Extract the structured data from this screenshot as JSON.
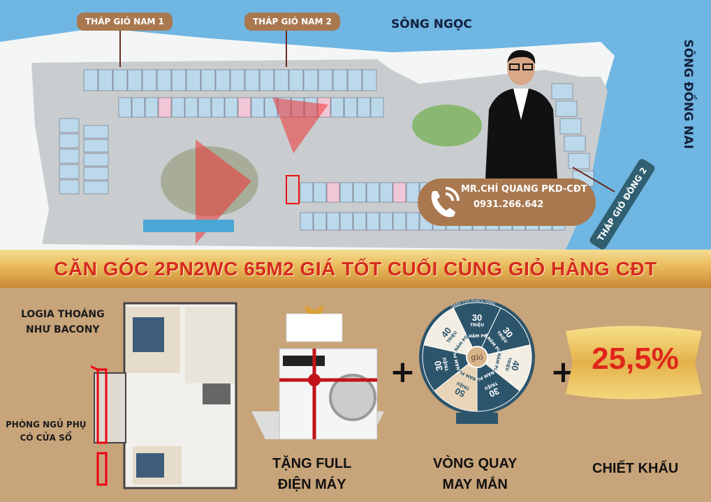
{
  "map": {
    "tower_south_1": "THÁP GIÓ NAM 1",
    "tower_south_2": "THÁP GIÓ NAM 2",
    "river_north": "SÔNG NGỌC",
    "river_east": "SÔNG ĐỒNG NAI",
    "tower_east_2": "THÁP GIÓ ĐÔNG 2"
  },
  "contact": {
    "name": "MR.CHÍ QUANG PKD-CĐT",
    "phone": "0931.266.642",
    "icon": "phone-icon"
  },
  "banner": {
    "headline": "CĂN GÓC 2PN2WC 65M2 GIÁ TỐT CUỐI CÙNG GIỎ HÀNG CĐT"
  },
  "floorplan": {
    "label_logia": [
      "LOGIA THOÁNG",
      "NHƯ BACONY"
    ],
    "label_room": [
      "PHÒNG NGỦ PHỤ",
      "CÓ CỬA SỔ"
    ]
  },
  "offers": {
    "gift_caption": [
      "TẶNG FULL",
      "ĐIỆN MÁY"
    ],
    "wheel_caption": [
      "VÒNG QUAY",
      "MAY MẮN"
    ],
    "discount_caption": "CHIẾT KHẤU",
    "discount_value": "25,5%",
    "plus": "+",
    "wheel": {
      "rim_text": "DÀNH CHO KHÁCH HÀNG",
      "center": "gió",
      "slices": [
        {
          "amount": "30",
          "unit": "TRIỆU",
          "years": "3",
          "years_label": "NĂM PQL",
          "color": "#2c556b"
        },
        {
          "amount": "30",
          "unit": "TRIỆU",
          "years": "3",
          "years_label": "NĂM PQL",
          "color": "#2c556b"
        },
        {
          "amount": "40",
          "unit": "TRIỆU",
          "years": "4",
          "years_label": "NĂM PQL",
          "color": "#f3eee4"
        },
        {
          "amount": "30",
          "unit": "TRIỆU",
          "years": "3",
          "years_label": "NĂM PQL",
          "color": "#2c556b"
        },
        {
          "amount": "50",
          "unit": "TRIỆU",
          "years": "5",
          "years_label": "NĂM PQL",
          "color": "#e8d5b8"
        },
        {
          "amount": "30",
          "unit": "TRIỆU",
          "years": "3",
          "years_label": "NĂM PQL",
          "color": "#2c556b"
        },
        {
          "amount": "40",
          "unit": "TRIỆU",
          "years": "4",
          "years_label": "NĂM PQL",
          "color": "#f3eee4"
        }
      ]
    }
  }
}
